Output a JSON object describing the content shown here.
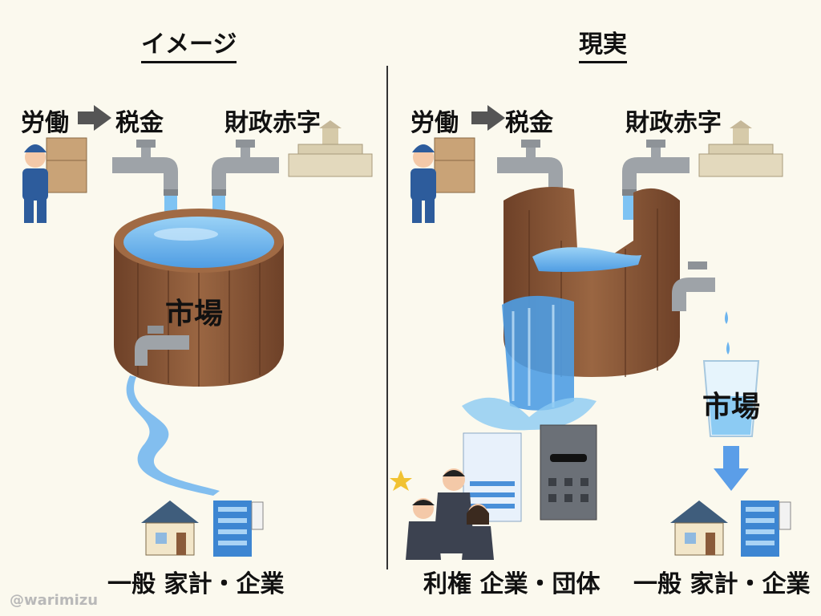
{
  "left_panel": {
    "title": "イメージ",
    "labor": "労働",
    "tax": "税金",
    "deficit": "財政赤字",
    "market": "市場",
    "recipients": "一般 家計・企業"
  },
  "right_panel": {
    "title": "現実",
    "labor": "労働",
    "tax": "税金",
    "deficit": "財政赤字",
    "market": "市場",
    "privileged": "利権 企業・団体",
    "recipients": "一般 家計・企業"
  },
  "credit": "@warimizu",
  "colors": {
    "background": "#fbf9ee",
    "wood": "#8e5b3a",
    "wood_dark": "#6e4128",
    "water": "#6cb4ee",
    "faucet": "#9ea3a8",
    "arrow_blue": "#5b9ee8"
  }
}
